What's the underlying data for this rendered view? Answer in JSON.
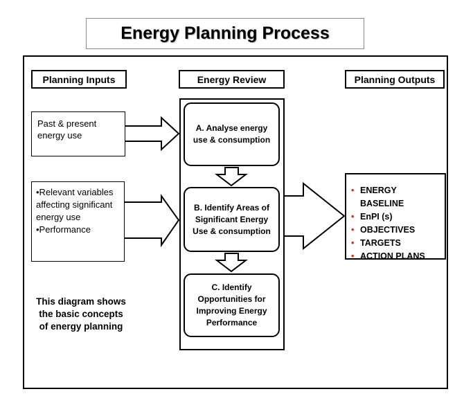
{
  "title": "Energy Planning Process",
  "headers": {
    "inputs": "Planning Inputs",
    "review": "Energy Review",
    "outputs": "Planning Outputs"
  },
  "inputs": {
    "past_usage": "Past & present energy use",
    "variables_lines": [
      "•Relevant variables affecting significant energy use",
      "•Performance"
    ]
  },
  "steps": [
    "A. Analyse energy use & consumption",
    "B. Identify Areas of Significant Energy Use & consumption",
    "C. Identify Opportunities for Improving Energy Performance"
  ],
  "outputs": [
    "ENERGY BASELINE",
    "EnPI (s)",
    "OBJECTIVES",
    "TARGETS",
    "ACTION PLANS"
  ],
  "caption": "This diagram shows the basic concepts of energy planning"
}
